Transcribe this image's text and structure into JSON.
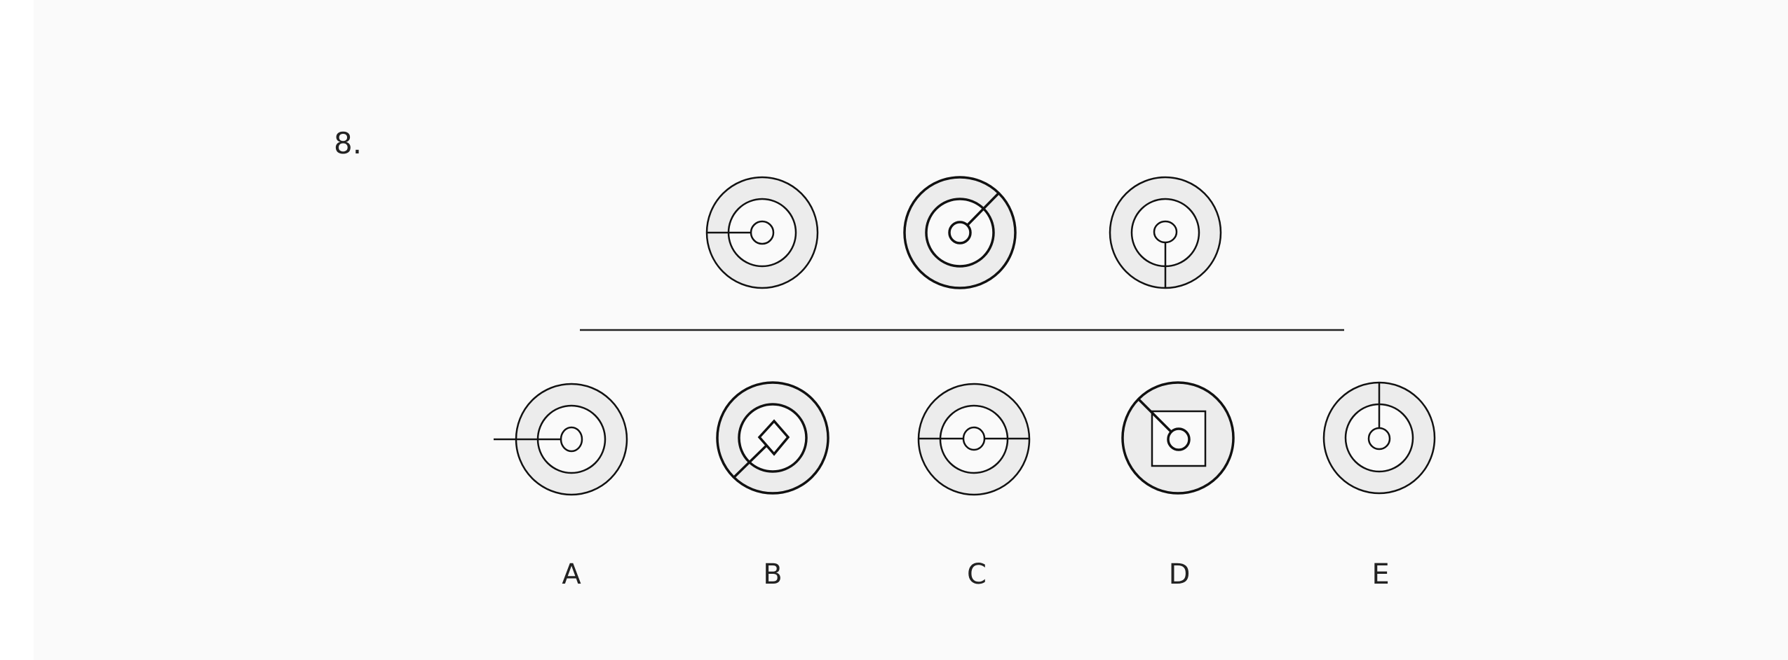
{
  "question": {
    "number": "8."
  },
  "options": [
    {
      "label": "A"
    },
    {
      "label": "B"
    },
    {
      "label": "C"
    },
    {
      "label": "D"
    },
    {
      "label": "E"
    }
  ],
  "colors": {
    "ring_fill": "#ececec",
    "stroke": "#111111",
    "background": "#fafafa"
  }
}
